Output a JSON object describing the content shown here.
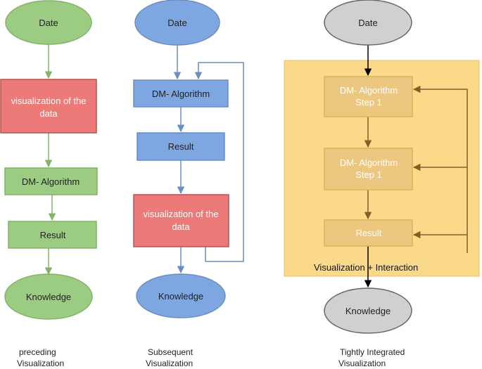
{
  "colors": {
    "green_fill": "#9ccb82",
    "green_stroke": "#82b366",
    "red_fill": "#ec7a78",
    "red_stroke": "#b85450",
    "blue_fill": "#7ea6e0",
    "blue_stroke": "#6c8ebf",
    "gray_fill": "#d0d0d0",
    "gray_stroke": "#666666",
    "yellow_panel": "#fbd98b",
    "yellow_box": "#ebc77f",
    "yellow_stroke": "#d6b656",
    "arrow_green": "#82b366",
    "arrow_blue": "#6c8ebf",
    "arrow_brown": "#8b5a2b"
  },
  "preceding": {
    "date": "Date",
    "visualization": [
      "visualization of the",
      "data"
    ],
    "algorithm": "DM- Algorithm",
    "result": "Result",
    "knowledge": "Knowledge",
    "caption": [
      "preceding",
      "Visualization"
    ]
  },
  "subsequent": {
    "date": "Date",
    "algorithm": "DM- Algorithm",
    "result": "Result",
    "visualization": [
      "visualization of the",
      "data"
    ],
    "knowledge": "Knowledge",
    "caption": [
      "Subsequent",
      "Visualization"
    ]
  },
  "tightly": {
    "date": "Date",
    "step1": [
      "DM- Algorithm",
      "Step 1"
    ],
    "step2": [
      "DM- Algorithm",
      "Step 1"
    ],
    "result": "Result",
    "panel_label": "Visualization + Interaction",
    "knowledge": "Knowledge",
    "caption": [
      "Tightly Integrated",
      "Visualization"
    ]
  }
}
